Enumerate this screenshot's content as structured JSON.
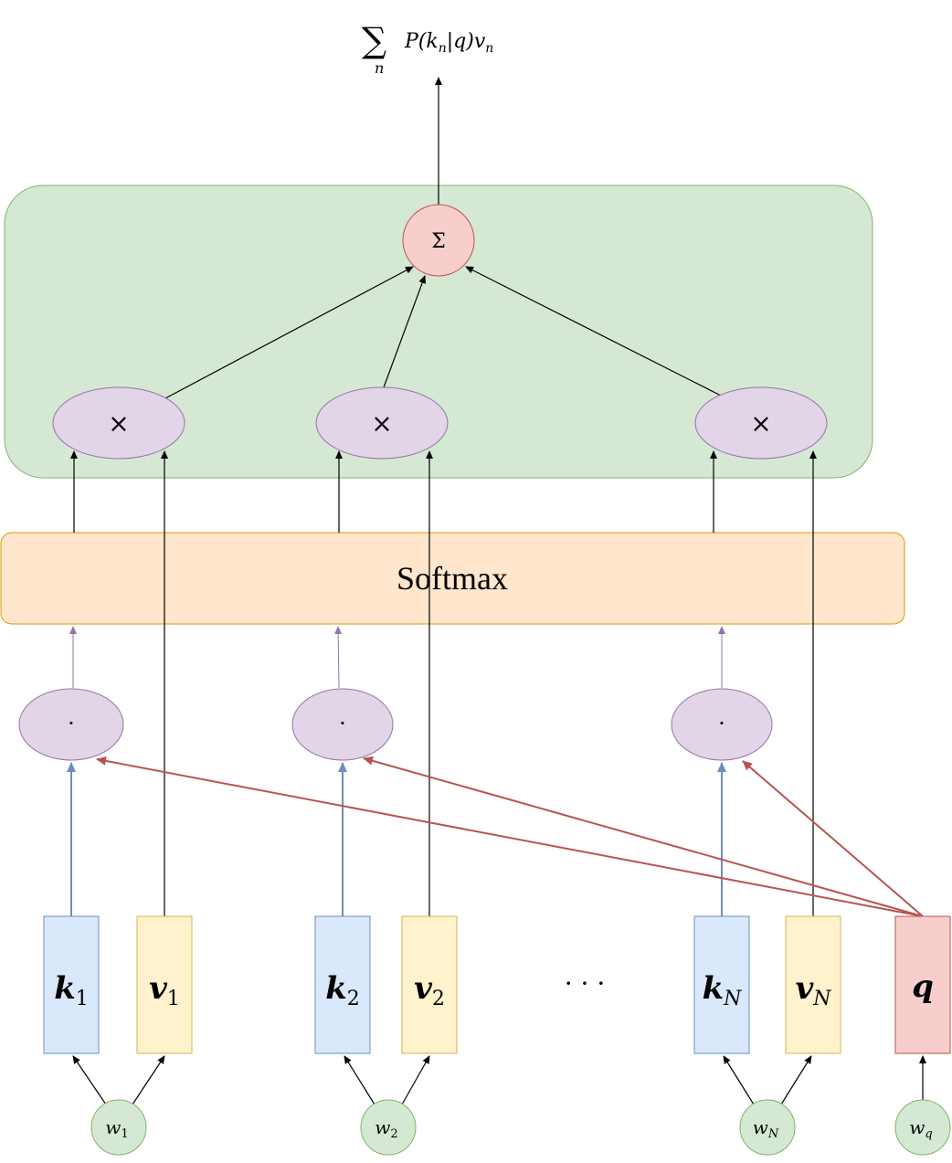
{
  "output": {
    "sum_symbol": "∑",
    "sum_index": "n",
    "expression": {
      "prefix": "P(k",
      "sub1": "n",
      "middle": "|q)v",
      "sub2": "n"
    }
  },
  "sum_node": {
    "label": "Σ"
  },
  "multiply_nodes": [
    {
      "label": "×"
    },
    {
      "label": "×"
    },
    {
      "label": "×"
    }
  ],
  "softmax": {
    "label": "Softmax"
  },
  "dot_nodes": [
    {
      "label": "·"
    },
    {
      "label": "·"
    },
    {
      "label": "·"
    }
  ],
  "ellipsis": "· · ·",
  "keys": [
    {
      "base": "k",
      "sub": "1"
    },
    {
      "base": "k",
      "sub": "2"
    },
    {
      "base": "k",
      "sub": "N"
    }
  ],
  "values": [
    {
      "base": "v",
      "sub": "1"
    },
    {
      "base": "v",
      "sub": "2"
    },
    {
      "base": "v",
      "sub": "N"
    }
  ],
  "query": {
    "base": "q"
  },
  "weights": [
    {
      "base": "w",
      "sub": "1"
    },
    {
      "base": "w",
      "sub": "2"
    },
    {
      "base": "w",
      "sub": "N"
    },
    {
      "base": "w",
      "sub": "q"
    }
  ],
  "colors": {
    "container_fill": "#d5e8d4",
    "container_stroke": "#82b366",
    "sum_fill": "#f8cecc",
    "sum_stroke": "#b85450",
    "op_fill": "#e1d5e7",
    "op_stroke": "#9673a6",
    "softmax_fill": "#ffe6cc",
    "softmax_stroke": "#d79b00",
    "key_fill": "#dae8fc",
    "key_stroke": "#6c8ebf",
    "value_fill": "#fff2cc",
    "value_stroke": "#d6b656",
    "query_fill": "#f8cecc",
    "query_stroke": "#b85450",
    "weight_fill": "#d5e8d4",
    "weight_stroke": "#82b366",
    "key_arrow": "#6c8ebf",
    "query_arrow": "#b85450",
    "dot_arrow": "#9673a6",
    "plain_arrow": "#000000"
  }
}
